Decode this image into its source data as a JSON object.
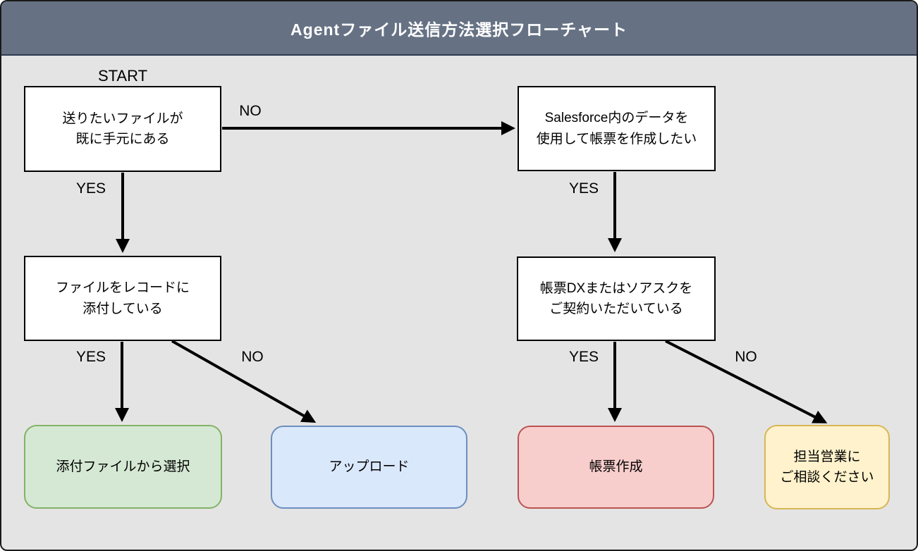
{
  "title": "Agentファイル送信方法選択フローチャート",
  "labels": {
    "start": "START",
    "no_top": "NO",
    "yes_q1": "YES",
    "yes_q2": "YES",
    "yes_q3": "YES",
    "no_q3": "NO",
    "yes_q4": "YES",
    "no_q4": "NO"
  },
  "nodes": {
    "q_have_file": "送りたいファイルが\n既に手元にある",
    "q_create_report": "Salesforce内のデータを\n使用して帳票を作成したい",
    "q_file_attached": "ファイルをレコードに\n添付している",
    "q_contracted": "帳票DXまたはソアスクを\nご契約いただいている",
    "r_select_attachment": "添付ファイルから選択",
    "r_upload": "アップロード",
    "r_create_report": "帳票作成",
    "r_contact_sales": "担当営業に\nご相談ください"
  },
  "colors": {
    "title_bar_bg": "#667284",
    "canvas_bg": "#e5e4e4",
    "arrow_color": "#000000",
    "result_green_bg": "#d5e8d4",
    "result_green_border": "#82b366",
    "result_blue_bg": "#dae8fc",
    "result_blue_border": "#6c8ebf",
    "result_red_bg": "#f8cecc",
    "result_red_border": "#b85450",
    "result_yellow_bg": "#fff2cc",
    "result_yellow_border": "#d6b656"
  }
}
